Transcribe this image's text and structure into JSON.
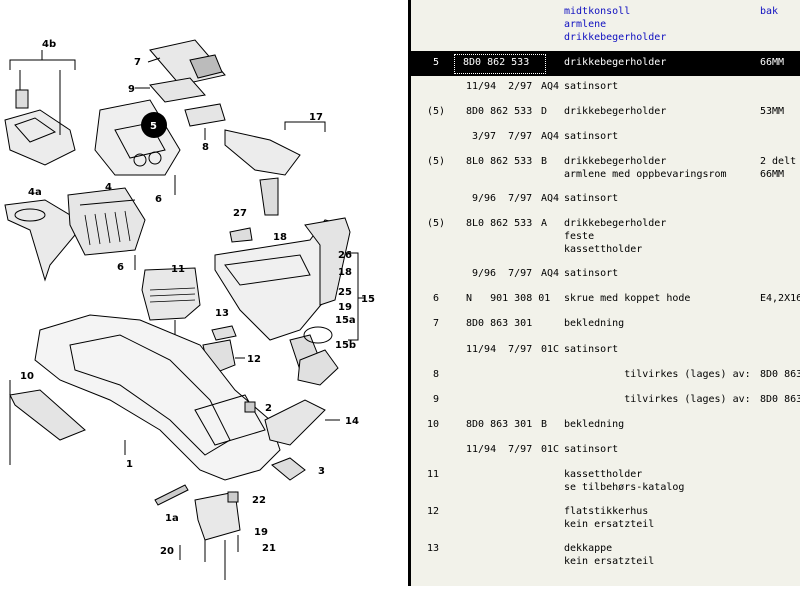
{
  "header": {
    "lines": [
      "midtkonsoll",
      "armlene",
      "drikkebegerholder"
    ],
    "side": "bak"
  },
  "diagram_labels": {
    "l4b": "4b",
    "l7": "7",
    "l9": "9",
    "l5": "5",
    "l8": "8",
    "l17": "17",
    "l4a": "4a",
    "l4": "4",
    "l6a": "6",
    "l6b": "6",
    "l27": "27",
    "l18a": "18",
    "l26": "26",
    "l18b": "18",
    "l25": "25",
    "l19a": "19",
    "l15": "15",
    "l11": "11",
    "l13": "13",
    "l15a": "15a",
    "l12": "12",
    "l15b": "15b",
    "l10": "10",
    "l2": "2",
    "l14": "14",
    "l1": "1",
    "l3": "3",
    "l22": "22",
    "l1a": "1a",
    "l19b": "19",
    "l20": "20",
    "l21": "21"
  },
  "rows": [
    {
      "pos": "5",
      "part": "8D0 862 533",
      "idx": "",
      "desc": [
        "drikkebegerholder"
      ],
      "extra": "66MM",
      "selected": true
    },
    {
      "pos": "",
      "date": "11/94  2/97",
      "code": "AQ4",
      "desc": [
        "satinsort"
      ]
    },
    {
      "pos": "(5)",
      "part": "8D0 862 533",
      "idx": "D",
      "desc": [
        "drikkebegerholder"
      ],
      "extra": "53MM"
    },
    {
      "pos": "",
      "date": "3/97  7/97",
      "code": "AQ4",
      "desc": [
        "satinsort"
      ]
    },
    {
      "pos": "(5)",
      "part": "8L0 862 533",
      "idx": "B",
      "desc": [
        "drikkebegerholder",
        "armlene med oppbevaringsrom"
      ],
      "extra": "2 delt",
      "extra2": "66MM"
    },
    {
      "pos": "",
      "date": "9/96  7/97",
      "code": "AQ4",
      "desc": [
        "satinsort"
      ]
    },
    {
      "pos": "(5)",
      "part": "8L0 862 533",
      "idx": "A",
      "desc": [
        "drikkebegerholder",
        "feste",
        "kassettholder"
      ],
      "extra": ""
    },
    {
      "pos": "",
      "date": "9/96  7/97",
      "code": "AQ4",
      "desc": [
        "satinsort"
      ]
    },
    {
      "pos": "6",
      "part": "N   901 308 01",
      "idx": "",
      "desc": [
        "skrue med koppet hode"
      ],
      "extra": "E4,2X16"
    },
    {
      "pos": "7",
      "part": "8D0 863 301",
      "idx": "",
      "desc": [
        "bekledning"
      ],
      "extra": ""
    },
    {
      "pos": "",
      "date": "11/94  7/97",
      "code": "01C",
      "desc": [
        "satinsort"
      ]
    },
    {
      "pos": "8",
      "part": "",
      "idx": "",
      "desc": [
        "          tilvirkes (lages) av:"
      ],
      "extra": "8D0 863"
    },
    {
      "pos": "9",
      "part": "",
      "idx": "",
      "desc": [
        "          tilvirkes (lages) av:"
      ],
      "extra": "8D0 863"
    },
    {
      "pos": "10",
      "part": "8D0 863 301",
      "idx": "B",
      "desc": [
        "bekledning"
      ],
      "extra": ""
    },
    {
      "pos": "",
      "date": "11/94  7/97",
      "code": "01C",
      "desc": [
        "satinsort"
      ]
    },
    {
      "pos": "11",
      "part": "",
      "idx": "",
      "desc": [
        "kassettholder",
        "se tilbehørs-katalog"
      ],
      "extra": ""
    },
    {
      "pos": "12",
      "part": "",
      "idx": "",
      "desc": [
        "flatstikkerhus",
        "kein ersatzteil"
      ],
      "extra": ""
    },
    {
      "pos": "13",
      "part": "",
      "idx": "",
      "desc": [
        "dekkappe",
        "kein ersatzteil"
      ],
      "extra": ""
    }
  ]
}
